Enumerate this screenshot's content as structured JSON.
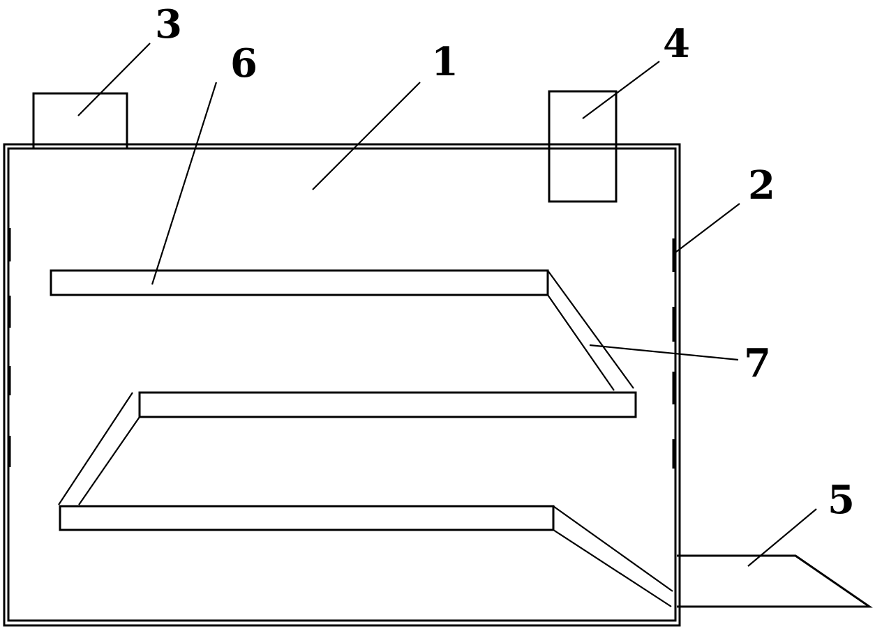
{
  "labels": {
    "box": "1",
    "wall": "2",
    "inlet": "3",
    "fan": "4",
    "outlet_chute": "5",
    "shelf": "6",
    "ramp": "7"
  },
  "colors": {
    "line": "#000000",
    "background": "#ffffff"
  }
}
